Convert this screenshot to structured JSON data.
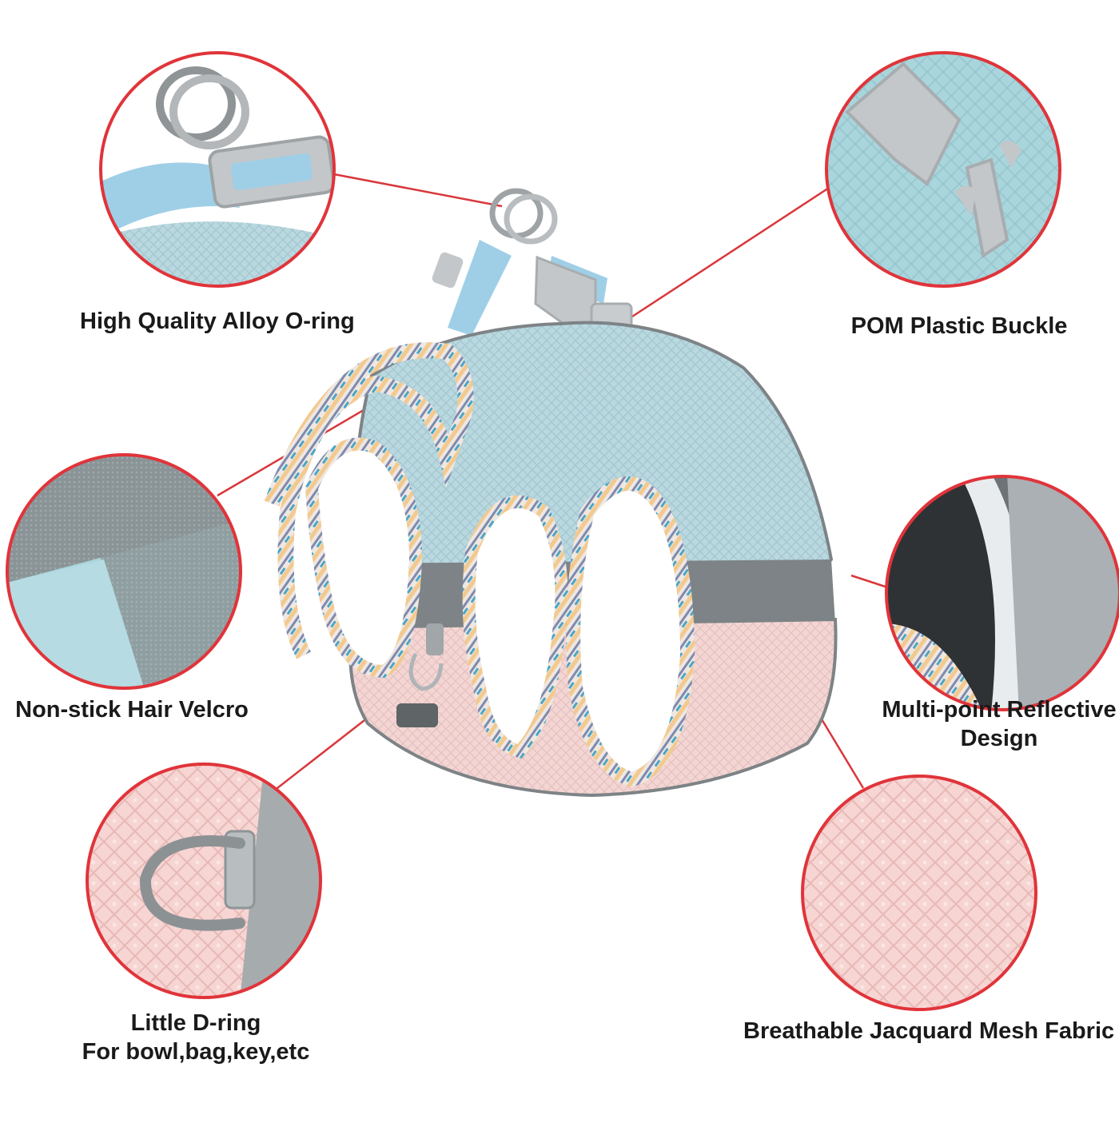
{
  "features": {
    "oring": "High Quality Alloy O-ring",
    "buckle": "POM Plastic Buckle",
    "velcro": "Non-stick Hair Velcro",
    "reflective_line1": "Multi-point Reflective",
    "reflective_line2": "Design",
    "dring_line1": "Little D-ring",
    "dring_line2": "For bowl,bag,key,etc",
    "mesh": "Breathable Jacquard Mesh Fabric"
  },
  "colors": {
    "callout_ring": "#e0343a",
    "harness_blue": "#b9d8e0",
    "harness_pink": "#f3d6d4",
    "reflective_gray": "#7d8386",
    "buckle_gray": "#c3c7c9"
  }
}
